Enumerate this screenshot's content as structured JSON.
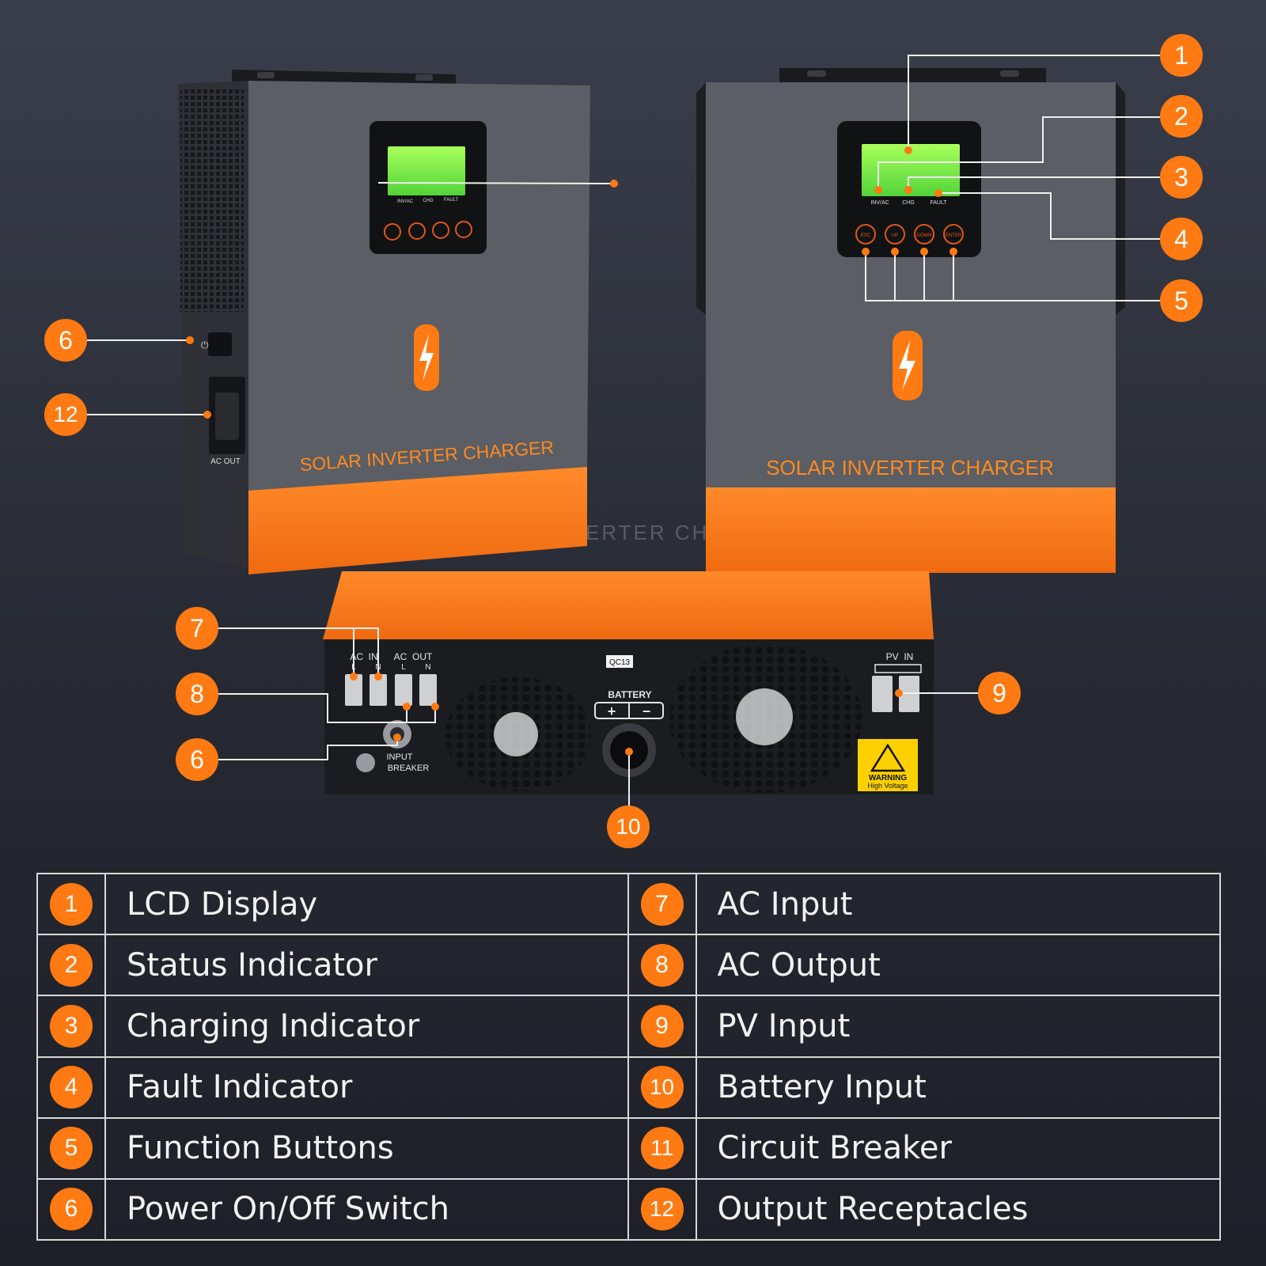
{
  "colors": {
    "accent": "#ff7a12",
    "background": "#2b2e38",
    "casing": "#55585f",
    "label_text": "#ff8a1f"
  },
  "product": {
    "front_label": "SOLAR INVERTER CHARGER",
    "side_label": "AC OUT",
    "lcd_indicators": [
      "INV/AC",
      "CHG",
      "FAULT"
    ],
    "buttons": [
      "ESC",
      "UP",
      "DOWN",
      "ENTER"
    ],
    "logo": "lightning-bolt-icon",
    "watermark": "ERTER CH"
  },
  "bottom_panel": {
    "ac_in": "AC  IN",
    "ac_out": "AC  OUT",
    "ac_terminals": [
      "L",
      "N",
      "L",
      "N"
    ],
    "pv_in": "PV  IN",
    "battery": "BATTERY",
    "plus": "+",
    "minus": "−",
    "input_breaker": [
      "INPUT",
      "BREAKER"
    ],
    "model": "QC13",
    "warning": [
      "WARNING",
      "High Voltage"
    ]
  },
  "callouts": [
    "1",
    "2",
    "3",
    "4",
    "5",
    "6",
    "12",
    "7",
    "8",
    "6",
    "9",
    "10"
  ],
  "legend": {
    "left": [
      {
        "num": "1",
        "label": "LCD Display"
      },
      {
        "num": "2",
        "label": "Status Indicator"
      },
      {
        "num": "3",
        "label": "Charging Indicator"
      },
      {
        "num": "4",
        "label": "Fault Indicator"
      },
      {
        "num": "5",
        "label": "Function Buttons"
      },
      {
        "num": "6",
        "label": "Power On/Off Switch"
      }
    ],
    "right": [
      {
        "num": "7",
        "label": "AC Input"
      },
      {
        "num": "8",
        "label": "AC Output"
      },
      {
        "num": "9",
        "label": "PV Input"
      },
      {
        "num": "10",
        "label": "Battery Input"
      },
      {
        "num": "11",
        "label": "Circuit Breaker"
      },
      {
        "num": "12",
        "label": "Output Receptacles"
      }
    ]
  }
}
